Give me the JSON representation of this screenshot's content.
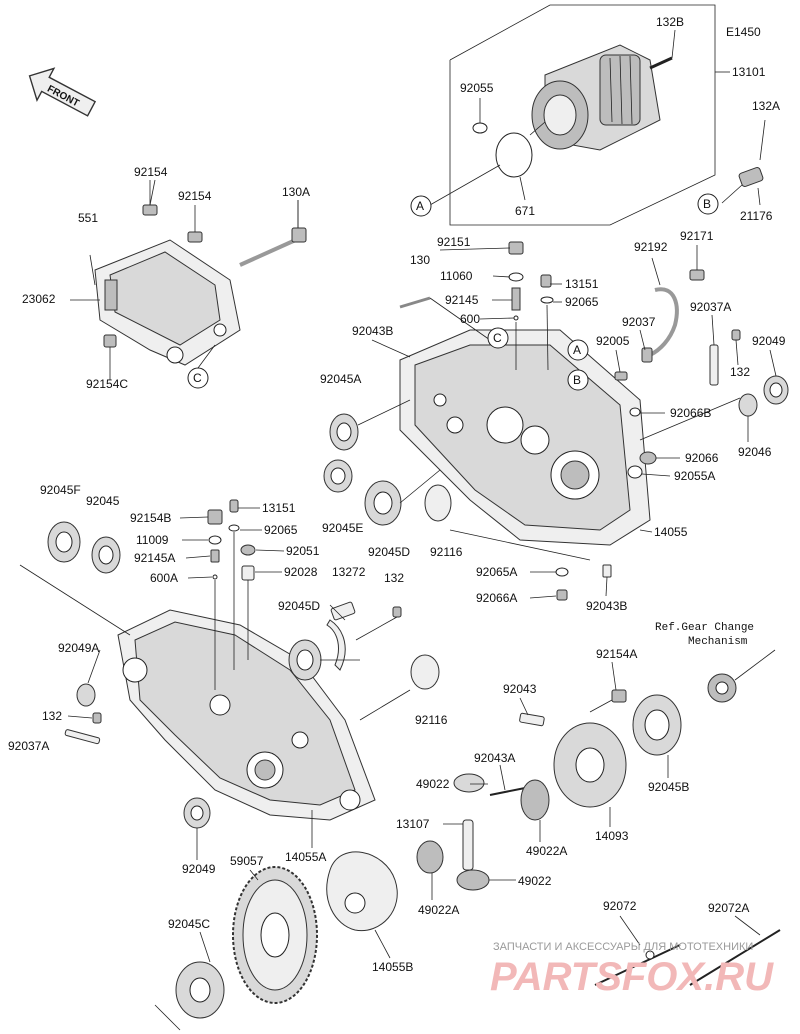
{
  "diagram_code": "E1450",
  "front_label": "FRONT",
  "ref_note": [
    "Ref.Gear Change",
    "Mechanism"
  ],
  "watermark": {
    "line1": "ЗАПЧАСТИ И АКСЕССУАРЫ ДЛЯ МОТОТЕХНИКИ",
    "line2": "PARTSFOX.RU"
  },
  "callouts": {
    "A": "A",
    "B": "B",
    "C": "C"
  },
  "parts": {
    "p132B": "132B",
    "p13101": "13101",
    "p92055": "92055",
    "p671": "671",
    "p132A": "132A",
    "p21176": "21176",
    "p92154a": "92154",
    "p92154b": "92154",
    "p130A": "130A",
    "p551": "551",
    "p23062": "23062",
    "p92154C": "92154C",
    "p92151": "92151",
    "p11060": "11060",
    "p13151a": "13151",
    "p92145": "92145",
    "p92065a": "92065",
    "p600": "600",
    "p130": "130",
    "p92043B_top": "92043B",
    "p92192": "92192",
    "p92171": "92171",
    "p92037": "92037",
    "p92037A_top": "92037A",
    "p92005": "92005",
    "p92049_top": "92049",
    "p132_r": "132",
    "p92045A": "92045A",
    "p92066B": "92066B",
    "p92066": "92066",
    "p92046": "92046",
    "p92055A": "92055A",
    "p92045E": "92045E",
    "p92045D_top": "92045D",
    "p92116_top": "92116",
    "p14055": "14055",
    "p92065A": "92065A",
    "p92066A": "92066A",
    "p92043B_bot": "92043B",
    "p92045F": "92045F",
    "p92045": "92045",
    "p92154B": "92154B",
    "p13151b": "13151",
    "p11009": "11009",
    "p92065b": "92065",
    "p92145A": "92145A",
    "p92051": "92051",
    "p600A": "600A",
    "p92028": "92028",
    "p13272": "13272",
    "p132_m": "132",
    "p92045D_mid": "92045D",
    "p92049A": "92049A",
    "p132_l": "132",
    "p92037A_l": "92037A",
    "p92116_mid": "92116",
    "p92154A": "92154A",
    "p92043": "92043",
    "p92043A": "92043A",
    "p49022_a": "49022",
    "p13107": "13107",
    "p49022A_a": "49022A",
    "p14093": "14093",
    "p92045B": "92045B",
    "p49022_b": "49022",
    "p92049_bot": "92049",
    "p14055A": "14055A",
    "p59057": "59057",
    "p49022A_b": "49022A",
    "p92045C": "92045C",
    "p14055B": "14055B",
    "p92072": "92072",
    "p92072A": "92072A"
  }
}
